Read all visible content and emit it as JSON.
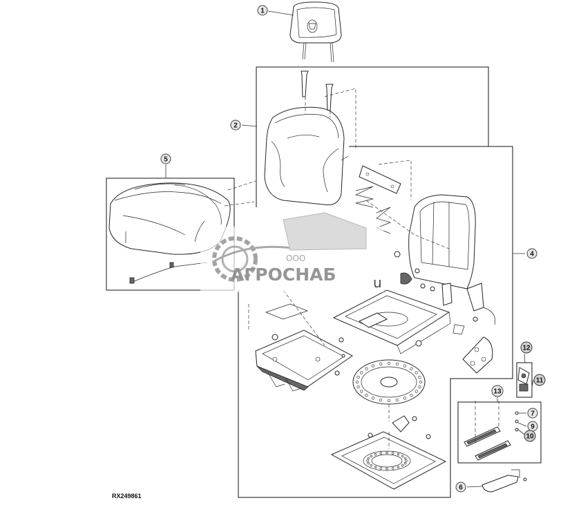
{
  "diagram": {
    "reference_code": "RX249861",
    "callouts": [
      {
        "id": "c1",
        "label": "1"
      },
      {
        "id": "c2",
        "label": "2"
      },
      {
        "id": "c4",
        "label": "4"
      },
      {
        "id": "c5",
        "label": "5"
      },
      {
        "id": "c6",
        "label": "6"
      },
      {
        "id": "c7",
        "label": "7"
      },
      {
        "id": "c9",
        "label": "9"
      },
      {
        "id": "c10",
        "label": "10"
      },
      {
        "id": "c11",
        "label": "11"
      },
      {
        "id": "c12",
        "label": "12"
      },
      {
        "id": "c13",
        "label": "13"
      }
    ]
  },
  "watermark": {
    "company": "АГРОСНАБ",
    "prefix": "ООО",
    "tail": "u",
    "color": "#8a8a8a"
  }
}
